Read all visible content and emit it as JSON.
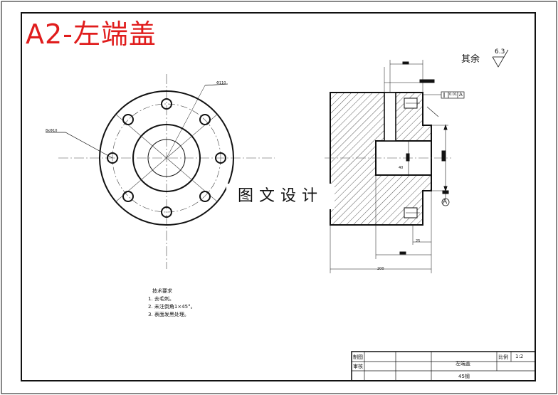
{
  "title": "A2-左端盖",
  "watermark": "图文设计",
  "surface_finish": {
    "label": "其余",
    "value": "6.3"
  },
  "technical_requirements": {
    "heading": "技术要求",
    "items": [
      "1. 去毛刺。",
      "2. 未注倒角1×45°。",
      "3. 表面发黑处理。"
    ]
  },
  "title_block": {
    "drawn_label": "制图",
    "checked_label": "审核",
    "part_name": "左端盖",
    "material": "45钢",
    "scale_label": "比例",
    "scale_value": "1:2"
  },
  "annotations": {
    "datum": "A",
    "tolerance_value": "0.01",
    "dim_pcd": "Φ110",
    "dim_holes": "8xΦ10",
    "dim_overall": "200",
    "dim_inner": "40",
    "dim_depth": "25"
  },
  "colors": {
    "title": "#e01c1c",
    "line": "#111111",
    "center": "#444444"
  }
}
